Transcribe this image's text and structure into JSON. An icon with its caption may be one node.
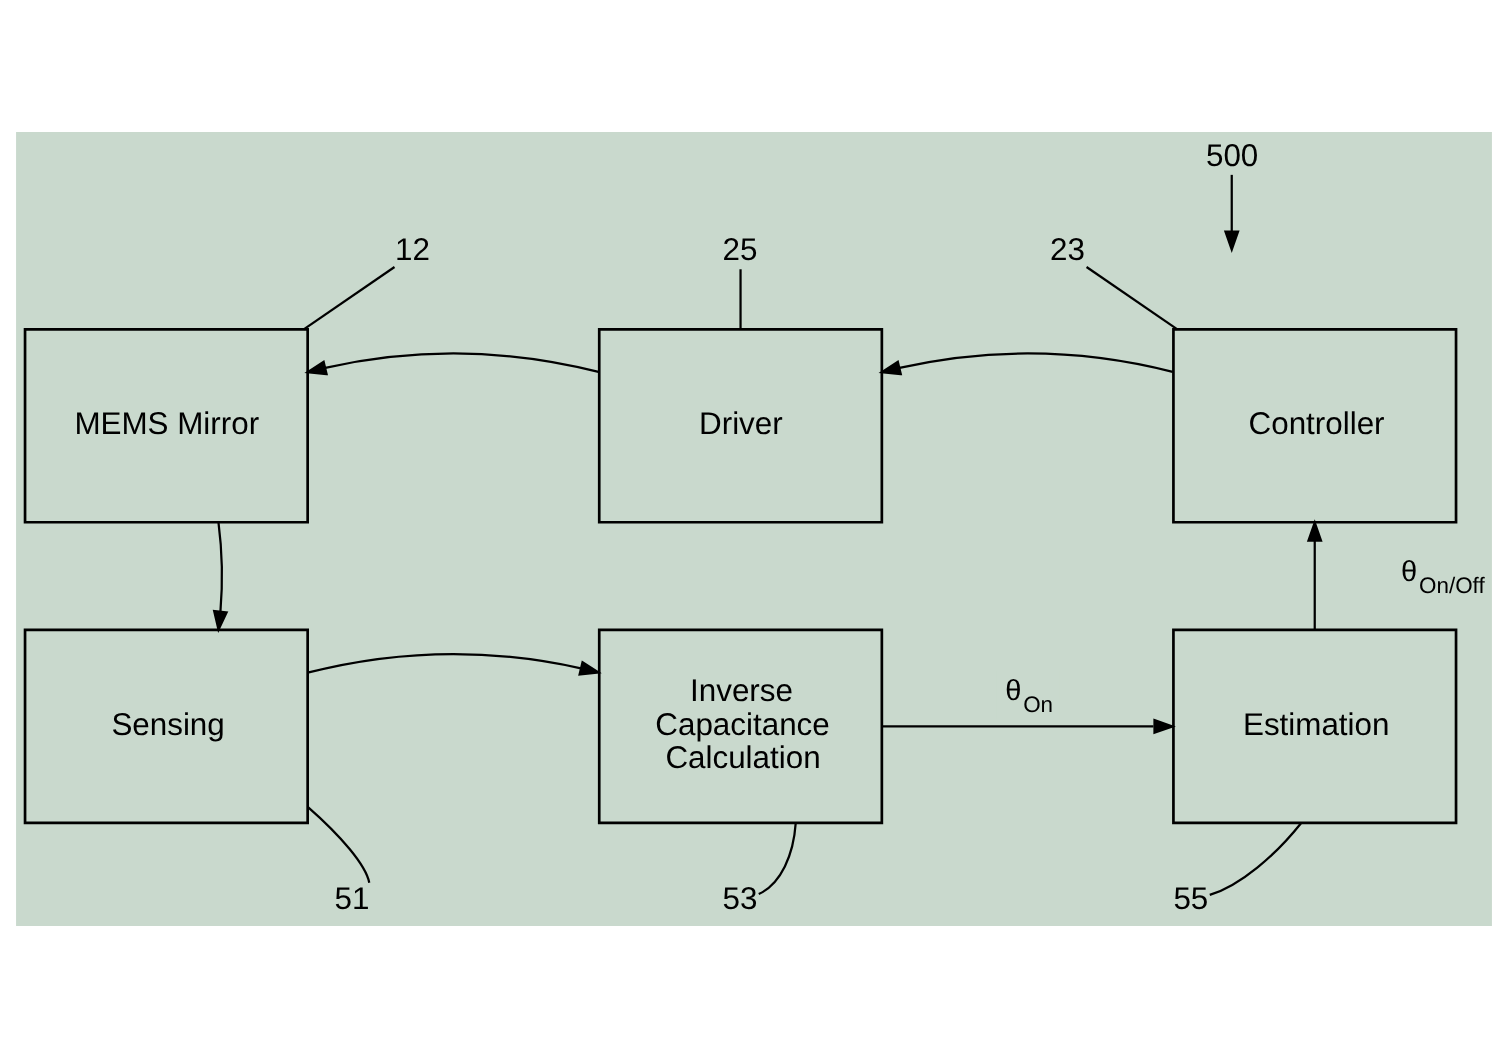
{
  "diagram": {
    "nodes": [
      {
        "text": [
          "500"
        ]
      },
      {
        "text": [
          "12"
        ]
      },
      {
        "text": [
          "25"
        ]
      },
      {
        "text": [
          "23"
        ]
      },
      {
        "text": [
          "MEMS Mirror"
        ]
      },
      {
        "text": [
          "Driver"
        ]
      },
      {
        "text": [
          "Controller"
        ]
      },
      {
        "text": [
          "Sensing"
        ]
      },
      {
        "text": [
          "Inverse Capacitance Calculation"
        ]
      },
      {
        "text": [
          "Estimation"
        ]
      },
      {
        "text": [
          "51"
        ]
      },
      {
        "text": [
          "53"
        ]
      },
      {
        "text": [
          "55"
        ]
      }
    ],
    "edges": [
      {
        "from": 0,
        "to": null,
        "arrow": "to"
      },
      {
        "from": 1,
        "to": 4,
        "arrow": "none"
      },
      {
        "from": 2,
        "to": 5,
        "arrow": "none"
      },
      {
        "from": 3,
        "to": 6,
        "arrow": "none"
      },
      {
        "from": 6,
        "to": 5,
        "arrow": "to"
      },
      {
        "from": 5,
        "to": 4,
        "arrow": "to"
      },
      {
        "from": 4,
        "to": 7,
        "arrow": "to"
      },
      {
        "from": 7,
        "to": 8,
        "arrow": "to"
      },
      {
        "from": 8,
        "to": 9,
        "arrow": "to",
        "label": "θ$_{On}$"
      },
      {
        "from": 9,
        "to": 6,
        "arrow": "to",
        "label": "θ$_{On/Off}$"
      },
      {
        "from": 10,
        "to": 7,
        "arrow": "none"
      },
      {
        "from": 11,
        "to": 8,
        "arrow": "none"
      },
      {
        "from": 12,
        "to": 9,
        "arrow": "none"
      }
    ]
  }
}
